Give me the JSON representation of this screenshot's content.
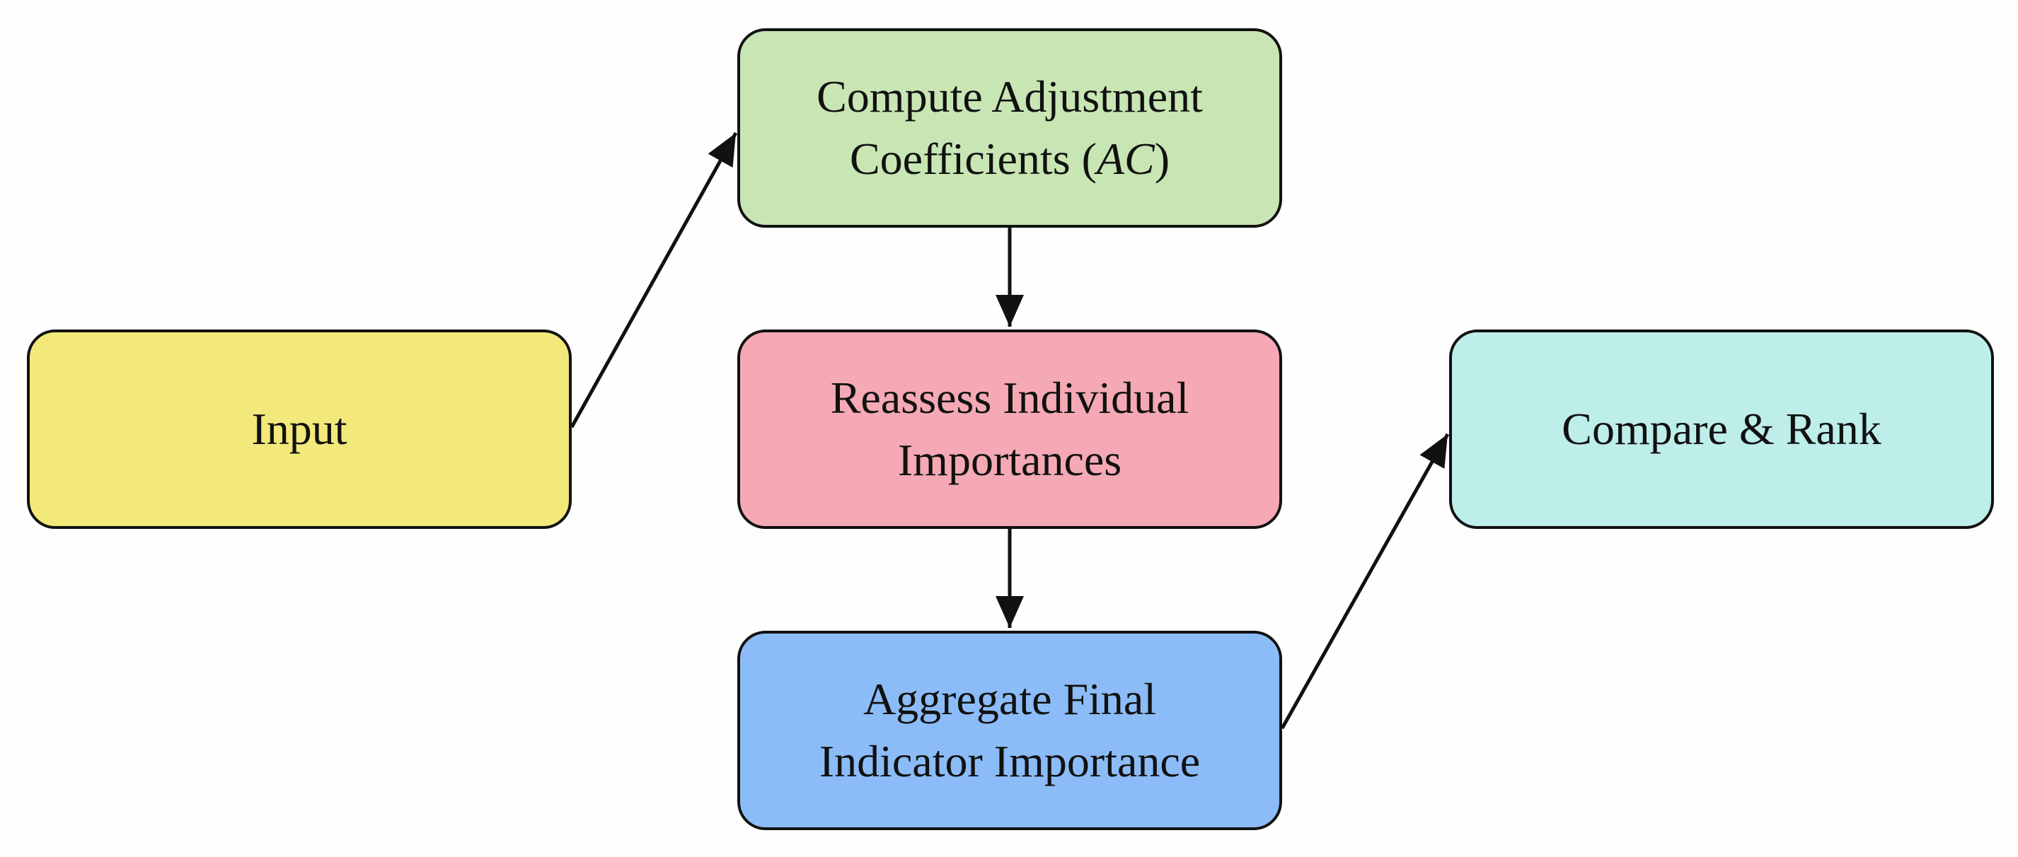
{
  "diagram": {
    "nodes": {
      "input": {
        "lines": [
          "Input"
        ],
        "color": "#f3e97a"
      },
      "compute": {
        "lines": [
          "Compute Adjustment",
          "Coefficients (",
          "AC",
          ")"
        ],
        "color": "#c8e6b4"
      },
      "reassess": {
        "lines": [
          "Reassess Individual",
          "Importances"
        ],
        "color": "#f4a9b4"
      },
      "aggregate": {
        "lines": [
          "Aggregate Final",
          "Indicator Importance"
        ],
        "color": "#8bbcf7"
      },
      "compare": {
        "lines": [
          "Compare & Rank"
        ],
        "color": "#bdeee9"
      }
    },
    "edges": [
      {
        "from": "input",
        "to": "compute"
      },
      {
        "from": "compute",
        "to": "reassess"
      },
      {
        "from": "reassess",
        "to": "aggregate"
      },
      {
        "from": "aggregate",
        "to": "compare"
      }
    ],
    "stroke_color": "#111111"
  }
}
